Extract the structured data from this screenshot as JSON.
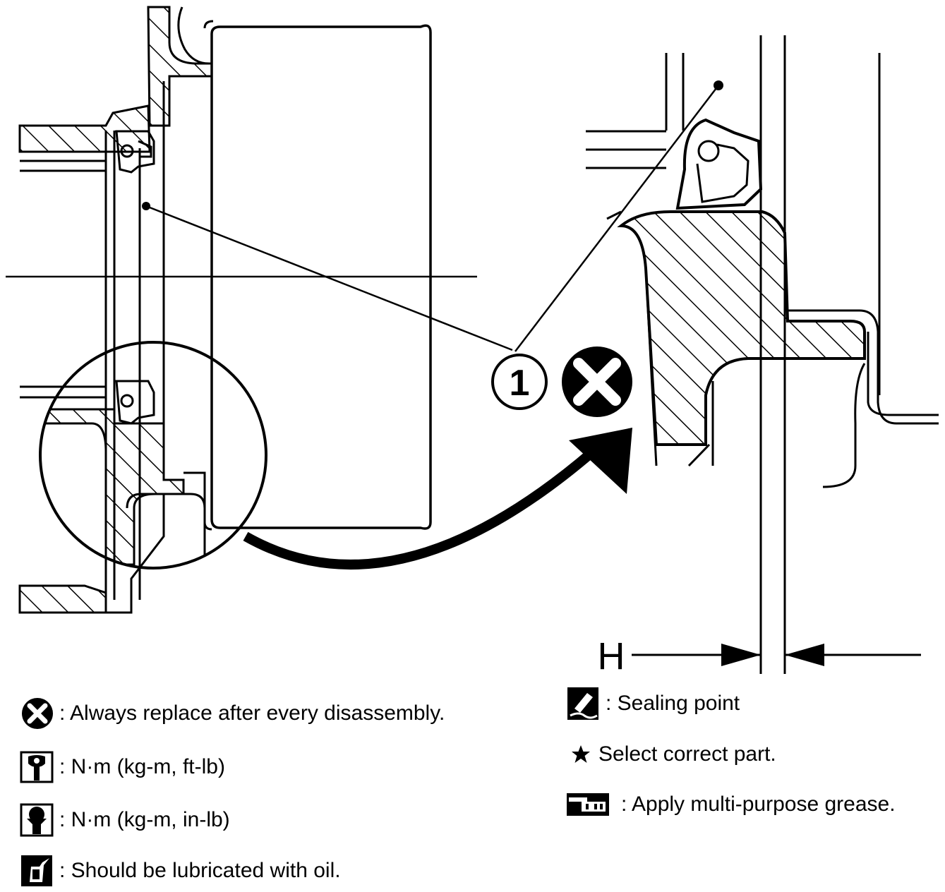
{
  "diagram": {
    "callout_number": "1",
    "dimension_label": "H"
  },
  "legend": {
    "replace": ": Always replace after every disassembly.",
    "torque_ftlb": ": N·m (kg-m, ft-lb)",
    "torque_inlb": ": N·m (kg-m, in-lb)",
    "lubricate_oil": ": Should be lubricated with oil.",
    "sealing_point": ": Sealing point",
    "select_part": "Select correct part.",
    "grease": ": Apply multi-purpose grease."
  },
  "icons": {
    "replace": "replace-x-icon",
    "torque_ftlb": "torque-wrench-icon",
    "torque_inlb": "torque-wrench-filled-icon",
    "lubricate_oil": "oil-can-icon",
    "sealing_point": "sealant-tube-icon",
    "select_part": "star-icon",
    "grease": "grease-gun-icon"
  }
}
